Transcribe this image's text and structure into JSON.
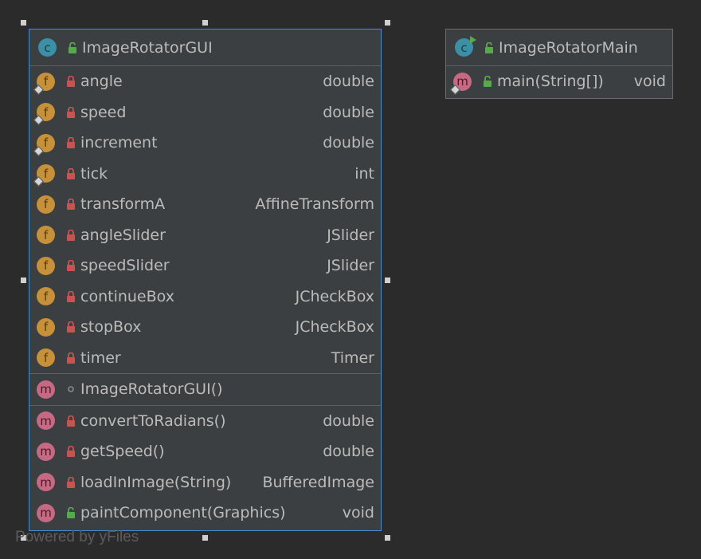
{
  "classes": [
    {
      "name": "ImageRotatorGUI",
      "icon": "class-icon",
      "fields": [
        {
          "name": "angle",
          "type": "double",
          "visibility": "private",
          "static": true
        },
        {
          "name": "speed",
          "type": "double",
          "visibility": "private",
          "static": true
        },
        {
          "name": "increment",
          "type": "double",
          "visibility": "private",
          "static": true
        },
        {
          "name": "tick",
          "type": "int",
          "visibility": "private",
          "static": true
        },
        {
          "name": "transformA",
          "type": "AffineTransform",
          "visibility": "private",
          "static": false
        },
        {
          "name": "angleSlider",
          "type": "JSlider",
          "visibility": "private",
          "static": false
        },
        {
          "name": "speedSlider",
          "type": "JSlider",
          "visibility": "private",
          "static": false
        },
        {
          "name": "continueBox",
          "type": "JCheckBox",
          "visibility": "private",
          "static": false
        },
        {
          "name": "stopBox",
          "type": "JCheckBox",
          "visibility": "private",
          "static": false
        },
        {
          "name": "timer",
          "type": "Timer",
          "visibility": "private",
          "static": false
        }
      ],
      "constructors": [
        {
          "name": "ImageRotatorGUI()",
          "type": "",
          "visibility": "package"
        }
      ],
      "methods": [
        {
          "name": "convertToRadians()",
          "type": "double",
          "visibility": "private"
        },
        {
          "name": "getSpeed()",
          "type": "double",
          "visibility": "private"
        },
        {
          "name": "loadInImage(String)",
          "type": "BufferedImage",
          "visibility": "private"
        },
        {
          "name": "paintComponent(Graphics)",
          "type": "void",
          "visibility": "public"
        }
      ]
    },
    {
      "name": "ImageRotatorMain",
      "icon": "runnable-class-icon",
      "methods": [
        {
          "name": "main(String[])",
          "type": "void",
          "visibility": "public",
          "static": true
        }
      ]
    }
  ],
  "watermark": "Powered by yFiles",
  "colors": {
    "background": "#2b2b2b",
    "node": "#3c3f41",
    "selection": "#4b8ad8",
    "field_badge": "#c7913a",
    "method_badge": "#c66a83",
    "class_badge": "#3d8fa6",
    "private_lock": "#c75450",
    "public_lock": "#59a84a"
  }
}
